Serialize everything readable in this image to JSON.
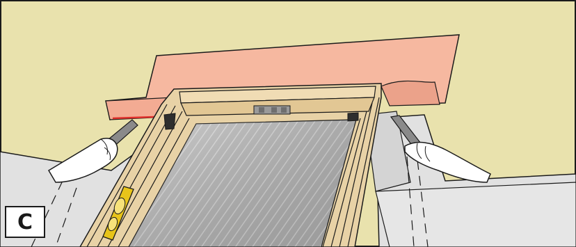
{
  "figure": {
    "step_label": "C",
    "icons": [
      "roofing-underlay",
      "window-frame",
      "flashing-membrane",
      "utility-knife",
      "hand",
      "spirit-level",
      "bracket",
      "glass-pane"
    ]
  },
  "colors": {
    "wall": "#e9e2ad",
    "underlay": "#e1e1e1",
    "membrane": "#f6b8a0",
    "membrane_shadow": "#e89a84",
    "frame_wood": "#e8d2a6",
    "frame_wood_dark": "#cfb07c",
    "glass": "#b8b8b8",
    "level_yellow": "#e8c41a",
    "cut_line": "#e0322d",
    "outline": "#1a1a1a"
  }
}
